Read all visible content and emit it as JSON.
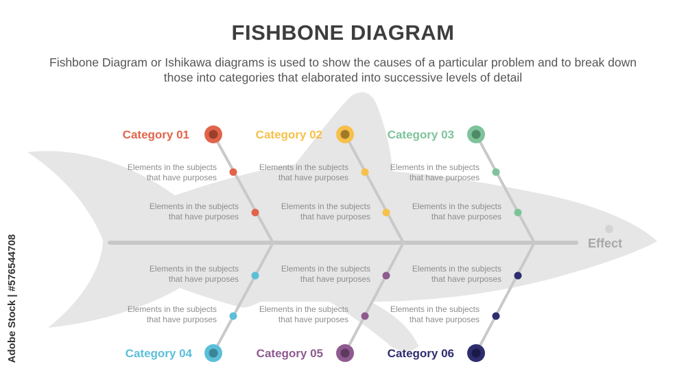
{
  "title": "FISHBONE DIAGRAM",
  "subtitle": "Fishbone Diagram or Ishikawa diagrams is used to show the causes of a particular problem and to break down those into categories that elaborated into successive levels of detail",
  "effect_label": "Effect",
  "watermark": "Adobe Stock | #576544708",
  "categories": [
    {
      "label": "Category 01",
      "color": "#e1644a",
      "dot": "#e1644a",
      "elements": [
        {
          "line1": "Elements in the subjects",
          "line2": "that have purposes"
        },
        {
          "line1": "Elements in the subjects",
          "line2": "that have purposes"
        }
      ]
    },
    {
      "label": "Category 02",
      "color": "#f6c04a",
      "dot": "#f6c04a",
      "elements": [
        {
          "line1": "Elements in the subjects",
          "line2": "that have purposes"
        },
        {
          "line1": "Elements in the subjects",
          "line2": "that have purposes"
        }
      ]
    },
    {
      "label": "Category 03",
      "color": "#7ec39a",
      "dot": "#7ec39a",
      "elements": [
        {
          "line1": "Elements in the subjects",
          "line2": "that have purposes"
        },
        {
          "line1": "Elements in the subjects",
          "line2": "that have purposes"
        }
      ]
    },
    {
      "label": "Category 04",
      "color": "#5bbfd8",
      "dot": "#5bbfd8",
      "elements": [
        {
          "line1": "Elements in the subjects",
          "line2": "that have purposes"
        },
        {
          "line1": "Elements in the subjects",
          "line2": "that have purposes"
        }
      ]
    },
    {
      "label": "Category 05",
      "color": "#8e5a8f",
      "dot": "#8e5a8f",
      "elements": [
        {
          "line1": "Elements in the subjects",
          "line2": "that have purposes"
        },
        {
          "line1": "Elements in the subjects",
          "line2": "that have purposes"
        }
      ]
    },
    {
      "label": "Category 06",
      "color": "#2e2d6e",
      "dot": "#2e2d6e",
      "elements": [
        {
          "line1": "Elements in the subjects",
          "line2": "that have purposes"
        },
        {
          "line1": "Elements in the subjects",
          "line2": "that have purposes"
        }
      ]
    }
  ]
}
